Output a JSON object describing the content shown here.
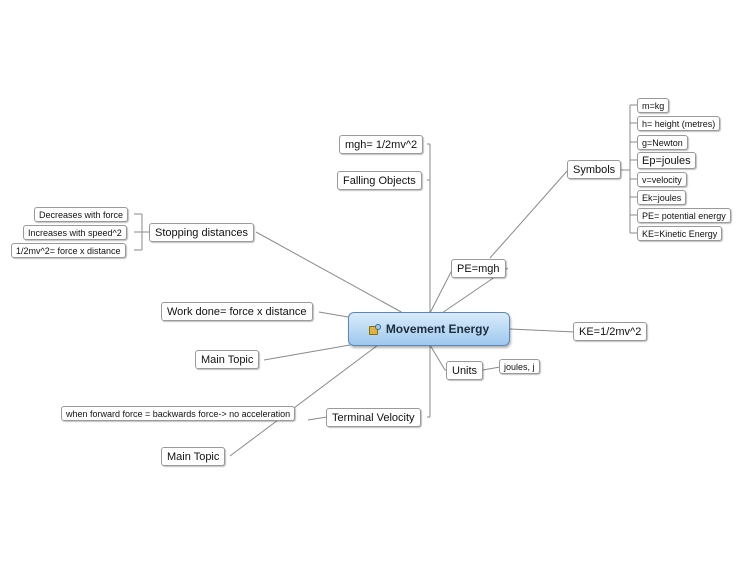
{
  "central": {
    "label": "Movement Energy",
    "icon": "weights-icon"
  },
  "topics": {
    "mgh_equals": "mgh= 1/2mv^2",
    "falling_objects": "Falling Objects",
    "stopping_distances": "Stopping distances",
    "pe_mgh": "PE=mgh",
    "work_done": "Work done= force x distance",
    "main_topic_1": "Main Topic",
    "main_topic_2": "Main Topic",
    "units": "Units",
    "terminal_velocity": "Terminal Velocity",
    "ke_formula": "KE=1/2mv^2",
    "symbols": "Symbols"
  },
  "stopping_children": [
    "Decreases with force",
    "Increases with speed^2",
    "1/2mv^2= force x distance"
  ],
  "symbols_children": [
    "m=kg",
    "h= height (metres)",
    "g=Newton",
    "Ep=joules",
    "v=velocity",
    "Ek=joules",
    "PE= potential energy",
    "KE=Kinetic Energy"
  ],
  "units_child": "joules, j",
  "terminal_child": "when forward force = backwards force-> no acceleration"
}
